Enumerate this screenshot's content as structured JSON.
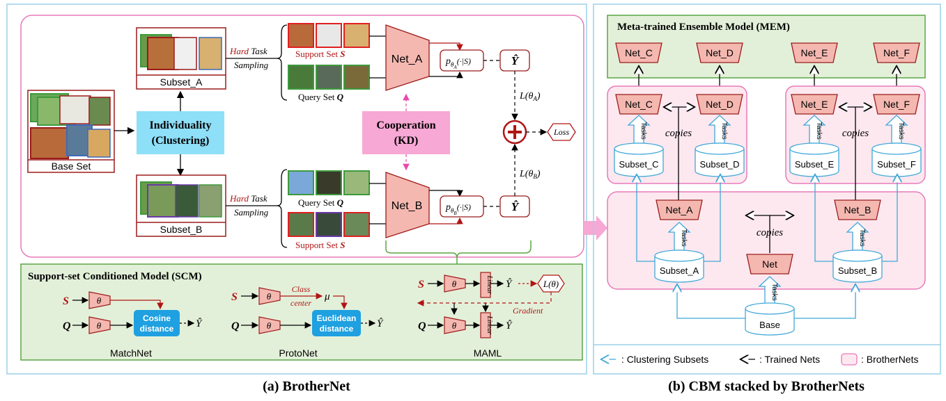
{
  "panel_a": {
    "caption": "(a) BrotherNet",
    "base_set": "Base Set",
    "subset_a": "Subset_A",
    "subset_b": "Subset_B",
    "individuality_1": "Individuality",
    "individuality_2": "(Clustering)",
    "cooperation_1": "Cooperation",
    "cooperation_2": "(KD)",
    "hard": "Hard",
    "task": "Task",
    "sampling": "Sampling",
    "support_set": "Support Set",
    "query_set": "Query Set",
    "s_sym": "S",
    "q_sym": "Q",
    "net_a": "Net_A",
    "net_b": "Net_B",
    "p_a": "p",
    "p_sub_a": "θ",
    "p_subsub_a": "A",
    "p_sub_b": "θ",
    "p_subsub_b": "B",
    "p_cond": "(·|S)",
    "yhat": "Ŷ",
    "loss_a": "L(θ",
    "loss_a_sub": "A",
    "loss_b_sub": "B",
    "loss_close": ")",
    "loss": "Loss",
    "scm_title": "Support-set Conditioned Model (SCM)",
    "theta": "θ",
    "cosine_1": "Cosine",
    "cosine_2": "distance",
    "euclid_1": "Euclidean",
    "euclid_2": "distance",
    "class_center_1": "Class",
    "class_center_2": "center",
    "mu": "μ",
    "linear": "Linear",
    "l_theta": "L(θ)",
    "gradient": "Gradient",
    "matchnet": "MatchNet",
    "protonet": "ProtoNet",
    "maml": "MAML"
  },
  "panel_b": {
    "caption": "(b) CBM stacked by BrotherNets",
    "mem_title": "Meta-trained Ensemble Model (MEM)",
    "net_c": "Net_C",
    "net_d": "Net_D",
    "net_e": "Net_E",
    "net_f": "Net_F",
    "net_a": "Net_A",
    "net_b": "Net_B",
    "net": "Net",
    "tasks": "Tasks",
    "copies": "copies",
    "subset_a": "Subset_A",
    "subset_b": "Subset_B",
    "subset_c": "Subset_C",
    "subset_d": "Subset_D",
    "subset_e": "Subset_E",
    "subset_f": "Subset_F",
    "base": "Base",
    "legend_clustering": ": Clustering Subsets",
    "legend_trained": ": Trained Nets",
    "legend_brothernets": ": BrotherNets"
  },
  "colors": {
    "pink_box": "#e87ab8",
    "dark_red": "#9b1b1b",
    "net_fill": "#f4b8b0",
    "cyan_fill": "#8edff8",
    "green_fill": "#e3f0d9",
    "green_border": "#5aa544",
    "blue_arrow": "#3fa8d8",
    "pink_fill": "#fde8f0"
  }
}
